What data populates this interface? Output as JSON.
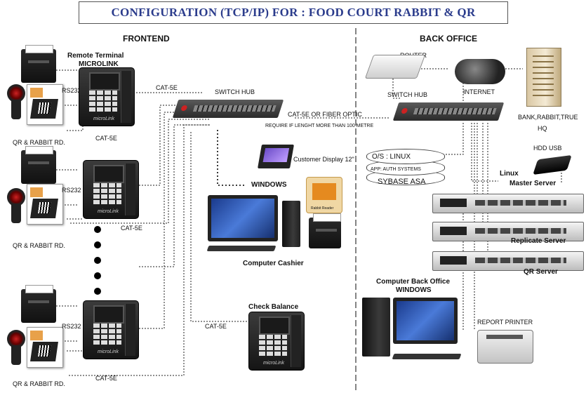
{
  "title": "CONFIGURATION (TCP/IP) FOR : FOOD COURT RABBIT & QR",
  "frontend": {
    "heading": "FRONTEND",
    "remote_terminal": "Remote Terminal",
    "microlink": "MICROLINK",
    "rs232": "RS232",
    "cat5e": "CAT-5E",
    "qr_rabbit": "QR & RABBIT RD.",
    "switch_hub": "SWITCH HUB",
    "cat5e_fiber": "CAT-5E OR FIBER OPTIC",
    "require_note": "REQUIRE IF LENGHT MORE THAN 100 METRE",
    "customer_display": "Customer Display 12\"",
    "windows": "WINDOWS",
    "computer_cashier": "Computer Cashier",
    "check_balance": "Check Balance",
    "rabbit_reader": "Rabbit Reader",
    "brand": "microLink"
  },
  "backoffice": {
    "heading": "BACK OFFICE",
    "router": "ROUTER",
    "internet": "INTERNET",
    "switch_hub": "SWITCH HUB",
    "bank_line1": "BANK,RABBIT,TRUE",
    "bank_line2": "HQ",
    "os_linux": "O/S : LINUX",
    "app_auth": "APP: AUTH SYSTEMS",
    "sybase": "SYBASE ASA",
    "hdd_usb": "HDD USB",
    "linux": "Linux",
    "master_server": "Master Server",
    "replicate_server": "Replicate Server",
    "qr_server": "QR Server",
    "cbo_line1": "Computer Back Office",
    "cbo_line2": "WINDOWS",
    "report_printer": "REPORT PRINTER"
  },
  "colors": {
    "title": "#2b3c8c"
  }
}
